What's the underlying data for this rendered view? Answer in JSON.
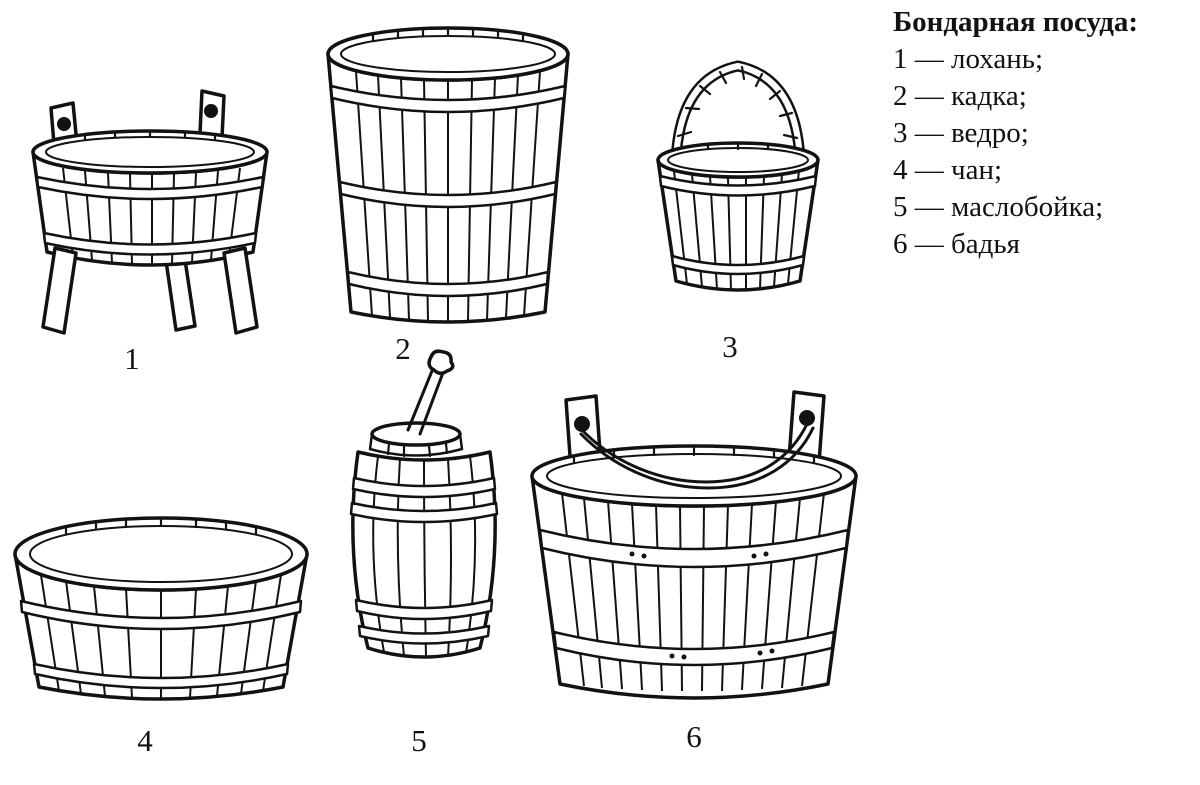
{
  "page": {
    "background": "#ffffff",
    "ink": "#121212"
  },
  "legend": {
    "title": "Бондарная посуда:",
    "items": [
      "1 — лохань;",
      "2 — кадка;",
      "3 — ведро;",
      "4 — чан;",
      "5 — маслобойка;",
      "6 — бадья"
    ]
  },
  "figures": {
    "numbers": [
      "1",
      "2",
      "3",
      "4",
      "5",
      "6"
    ]
  }
}
